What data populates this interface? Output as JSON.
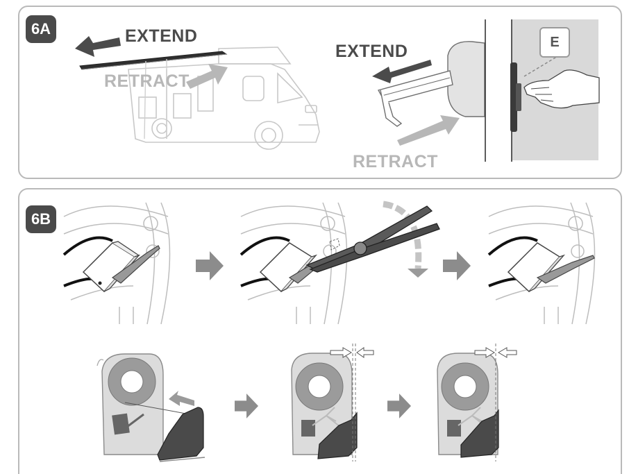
{
  "panels": [
    {
      "tag": "6A"
    },
    {
      "tag": "6B"
    }
  ],
  "labels": {
    "extend": "EXTEND",
    "retract": "RETRACT",
    "key": "E"
  },
  "colors": {
    "tag_bg": "#4a4a4a",
    "arrow_dark": "#4b4b4b",
    "arrow_light": "#b7b7b7",
    "linework": "#6e6e6e",
    "wall_grey": "#d9d9d9",
    "plier_handle": "#5a5a5a"
  }
}
